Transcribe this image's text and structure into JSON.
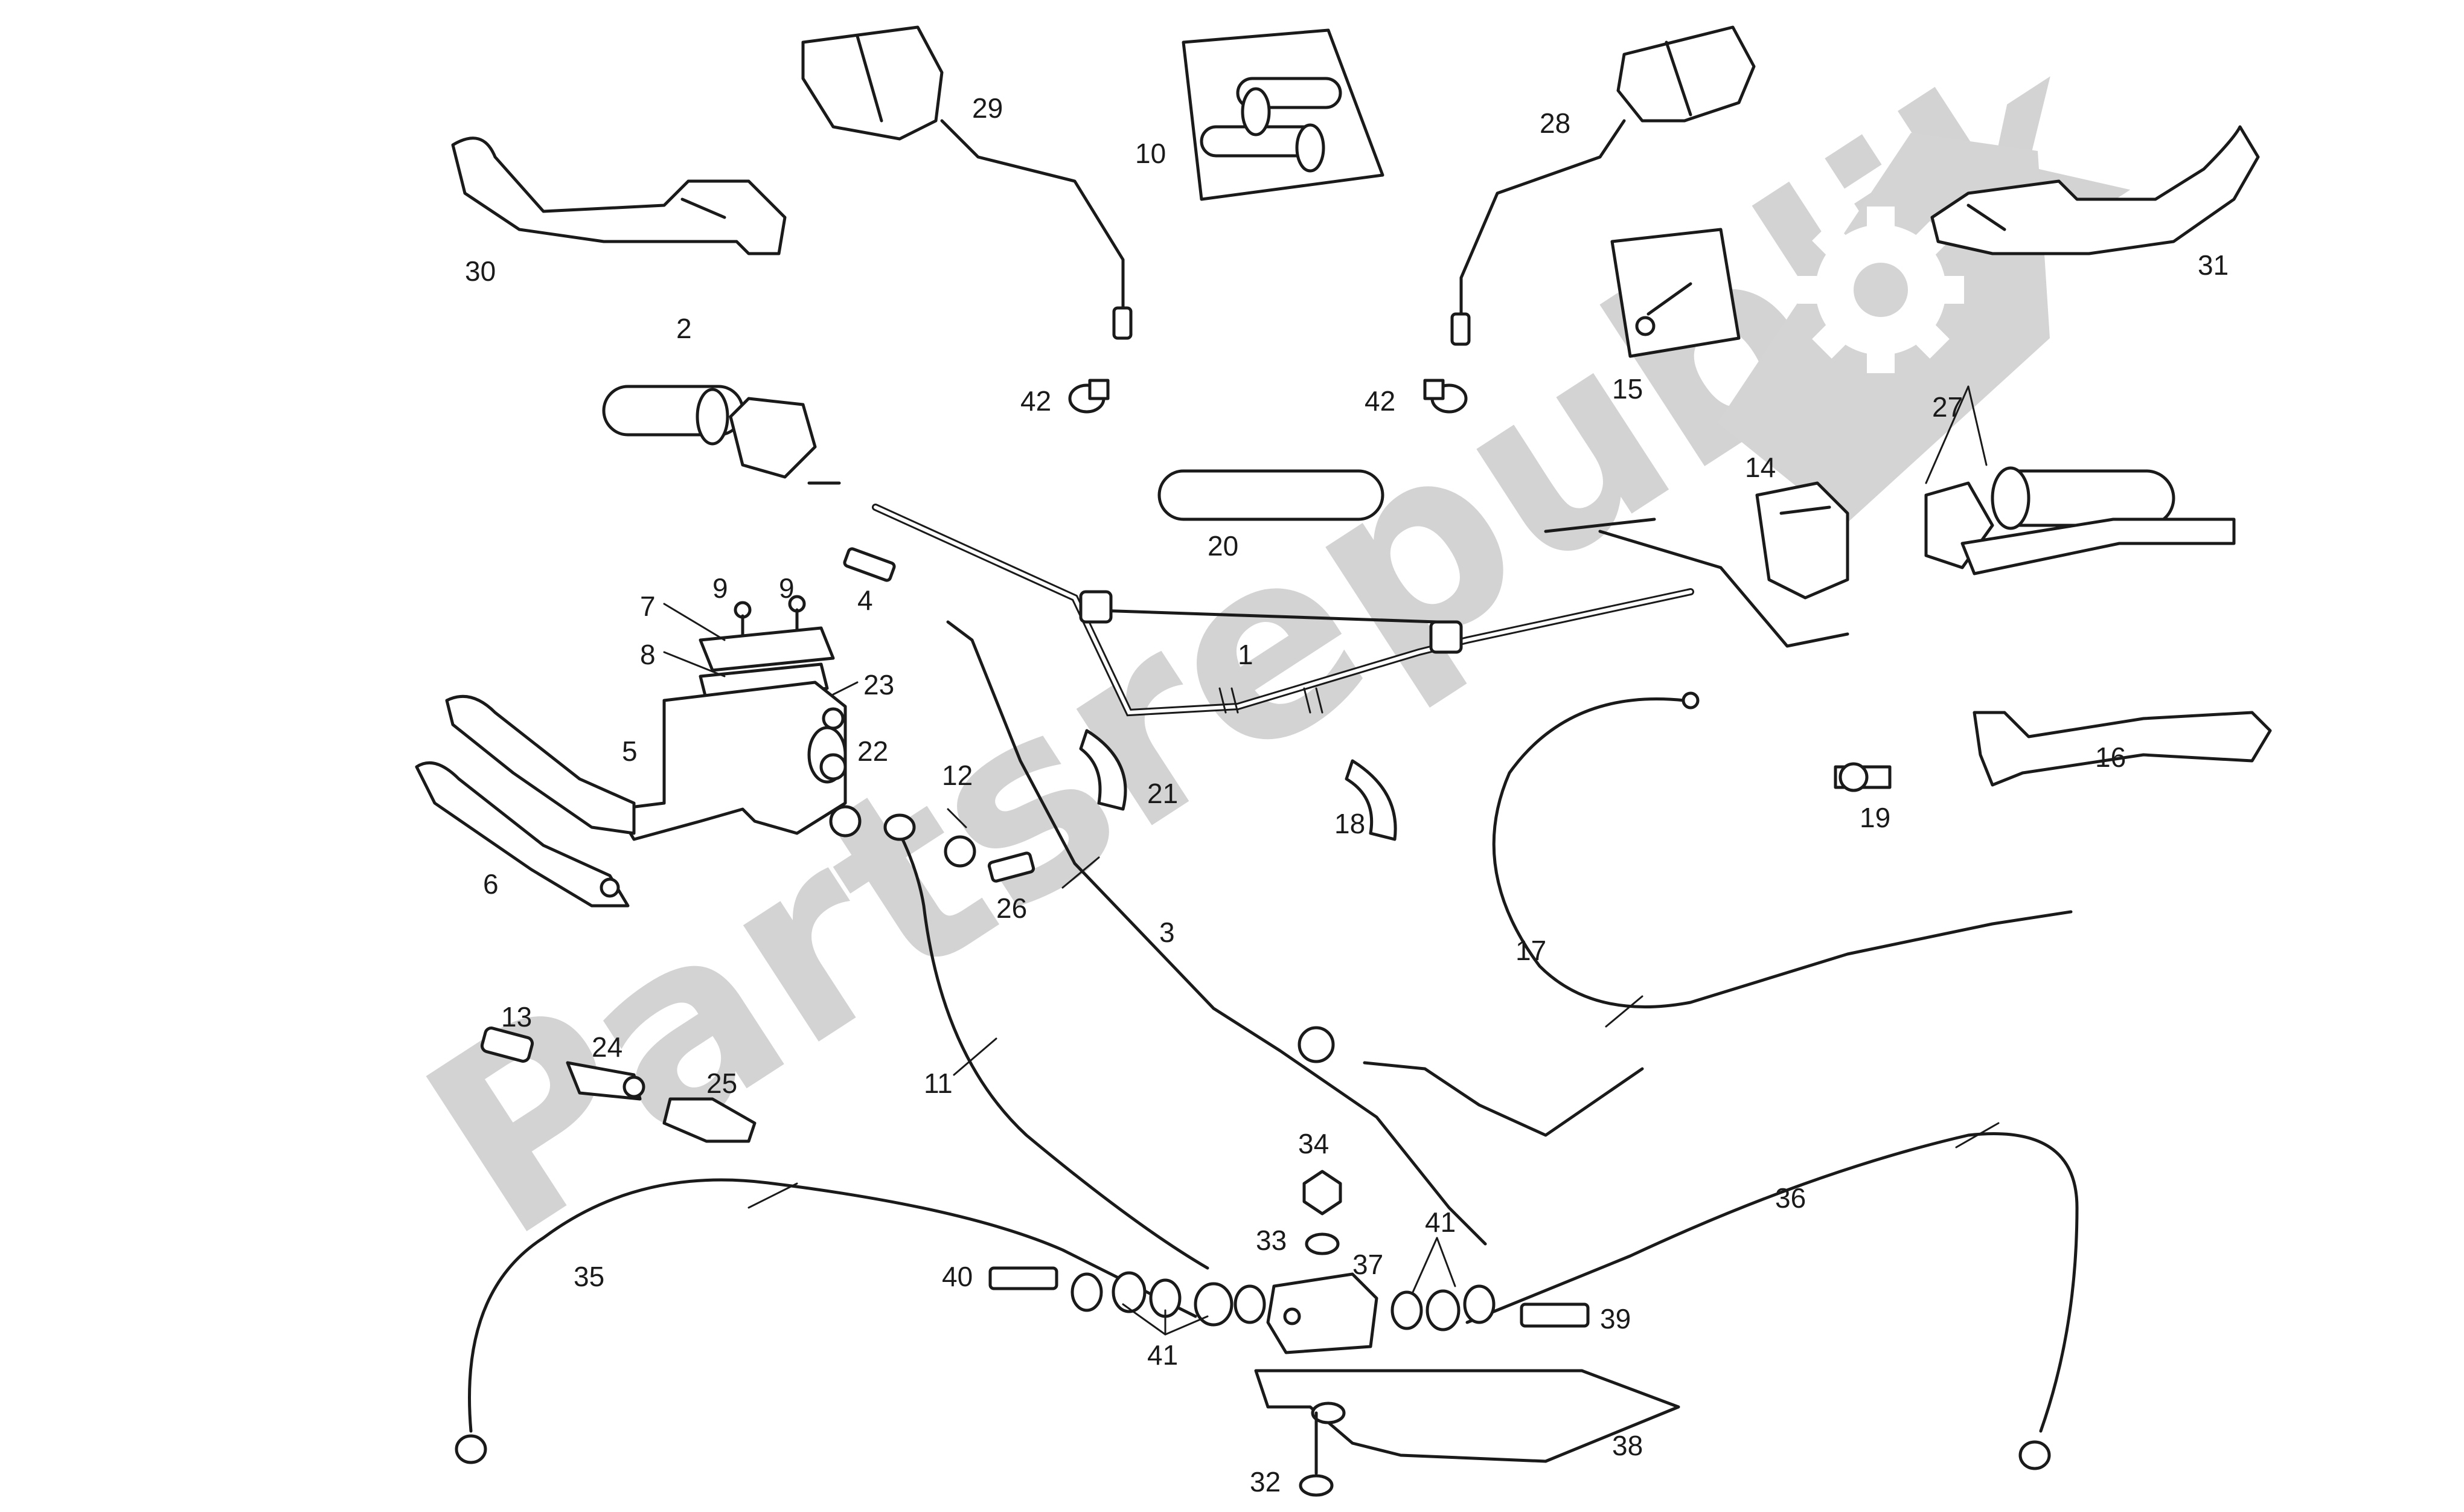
{
  "watermark": {
    "text": "Partsrepublik",
    "color": "#c8c8c8"
  },
  "colors": {
    "ink": "#1a1a1a",
    "paper": "#ffffff"
  },
  "callouts": [
    {
      "id": "c1",
      "text": "1"
    },
    {
      "id": "c2",
      "text": "2"
    },
    {
      "id": "c3",
      "text": "3"
    },
    {
      "id": "c4",
      "text": "4"
    },
    {
      "id": "c5",
      "text": "5"
    },
    {
      "id": "c6",
      "text": "6"
    },
    {
      "id": "c7",
      "text": "7"
    },
    {
      "id": "c8",
      "text": "8"
    },
    {
      "id": "c9a",
      "text": "9"
    },
    {
      "id": "c9b",
      "text": "9"
    },
    {
      "id": "c10",
      "text": "10"
    },
    {
      "id": "c11",
      "text": "11"
    },
    {
      "id": "c12",
      "text": "12"
    },
    {
      "id": "c13",
      "text": "13"
    },
    {
      "id": "c14",
      "text": "14"
    },
    {
      "id": "c15",
      "text": "15"
    },
    {
      "id": "c16",
      "text": "16"
    },
    {
      "id": "c17",
      "text": "17"
    },
    {
      "id": "c18",
      "text": "18"
    },
    {
      "id": "c19",
      "text": "19"
    },
    {
      "id": "c20",
      "text": "20"
    },
    {
      "id": "c21",
      "text": "21"
    },
    {
      "id": "c22",
      "text": "22"
    },
    {
      "id": "c23",
      "text": "23"
    },
    {
      "id": "c24",
      "text": "24"
    },
    {
      "id": "c25",
      "text": "25"
    },
    {
      "id": "c26",
      "text": "26"
    },
    {
      "id": "c27",
      "text": "27"
    },
    {
      "id": "c28",
      "text": "28"
    },
    {
      "id": "c29",
      "text": "29"
    },
    {
      "id": "c30",
      "text": "30"
    },
    {
      "id": "c31",
      "text": "31"
    },
    {
      "id": "c32",
      "text": "32"
    },
    {
      "id": "c33",
      "text": "33"
    },
    {
      "id": "c34",
      "text": "34"
    },
    {
      "id": "c35",
      "text": "35"
    },
    {
      "id": "c36",
      "text": "36"
    },
    {
      "id": "c37",
      "text": "37"
    },
    {
      "id": "c38",
      "text": "38"
    },
    {
      "id": "c39",
      "text": "39"
    },
    {
      "id": "c40",
      "text": "40"
    },
    {
      "id": "c41a",
      "text": "41"
    },
    {
      "id": "c41b",
      "text": "41"
    },
    {
      "id": "c42a",
      "text": "42"
    },
    {
      "id": "c42b",
      "text": "42"
    }
  ]
}
